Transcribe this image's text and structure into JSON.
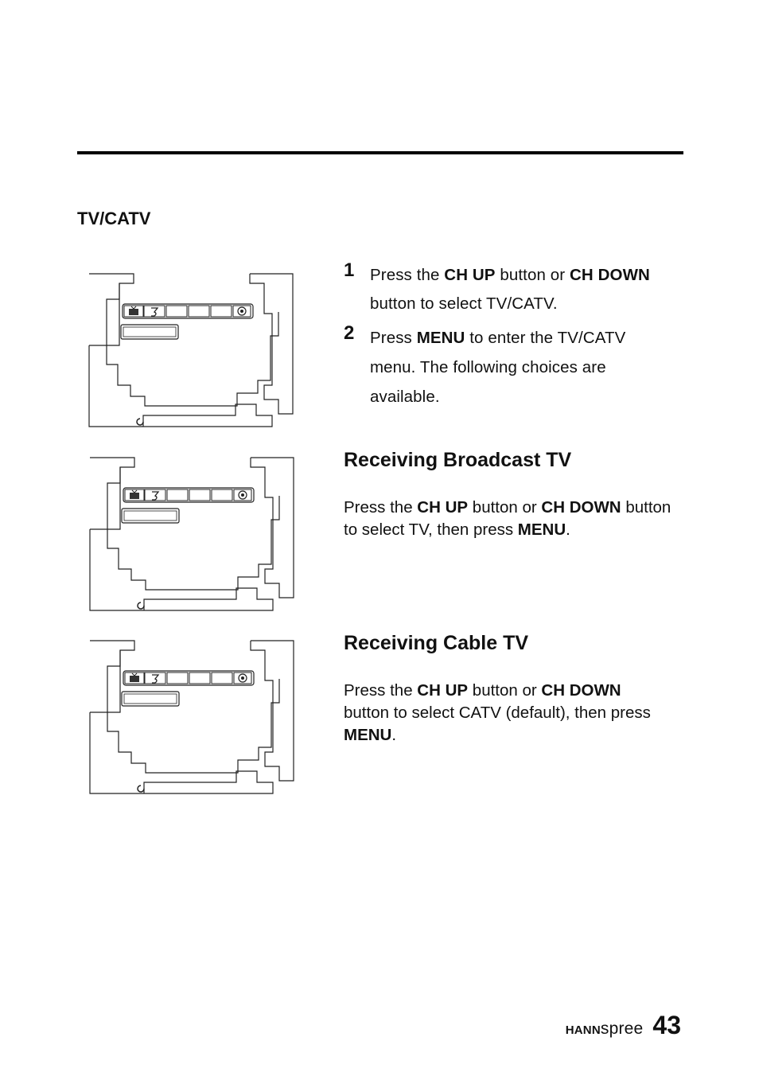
{
  "section_title": "TV/CATV",
  "steps": [
    {
      "number": "1",
      "parts": [
        {
          "t": "Press the ",
          "b": false
        },
        {
          "t": "CH UP",
          "b": true
        },
        {
          "t": " button or ",
          "b": false
        },
        {
          "t": "CH DOWN",
          "b": true
        },
        {
          "t": " button to select TV/CATV.",
          "b": false
        }
      ]
    },
    {
      "number": "2",
      "parts": [
        {
          "t": "Press ",
          "b": false
        },
        {
          "t": "MENU",
          "b": true
        },
        {
          "t": " to enter the TV/CATV menu. The following choices are available.",
          "b": false
        }
      ]
    }
  ],
  "broadcast": {
    "heading": "Receiving Broadcast TV",
    "parts": [
      {
        "t": "Press the ",
        "b": false
      },
      {
        "t": "CH UP",
        "b": true
      },
      {
        "t": " button or ",
        "b": false
      },
      {
        "t": "CH DOWN",
        "b": true
      },
      {
        "t": " button to select TV, then press ",
        "b": false
      },
      {
        "t": "MENU",
        "b": true
      },
      {
        "t": ".",
        "b": false
      }
    ]
  },
  "cable": {
    "heading": "Receiving Cable TV",
    "parts": [
      {
        "t": "Press the ",
        "b": false
      },
      {
        "t": "CH UP",
        "b": true
      },
      {
        "t": " button or ",
        "b": false
      },
      {
        "t": "CH DOWN",
        "b": true
      },
      {
        "t": " button to select CATV (default), then press ",
        "b": false
      },
      {
        "t": "MENU",
        "b": true
      },
      {
        "t": ".",
        "b": false
      }
    ]
  },
  "footer": {
    "brand_bold": "HANN",
    "brand_light": "spree",
    "page_number": "43"
  },
  "icons": [
    "tv-icon",
    "audio-icon",
    "setup-icon"
  ]
}
